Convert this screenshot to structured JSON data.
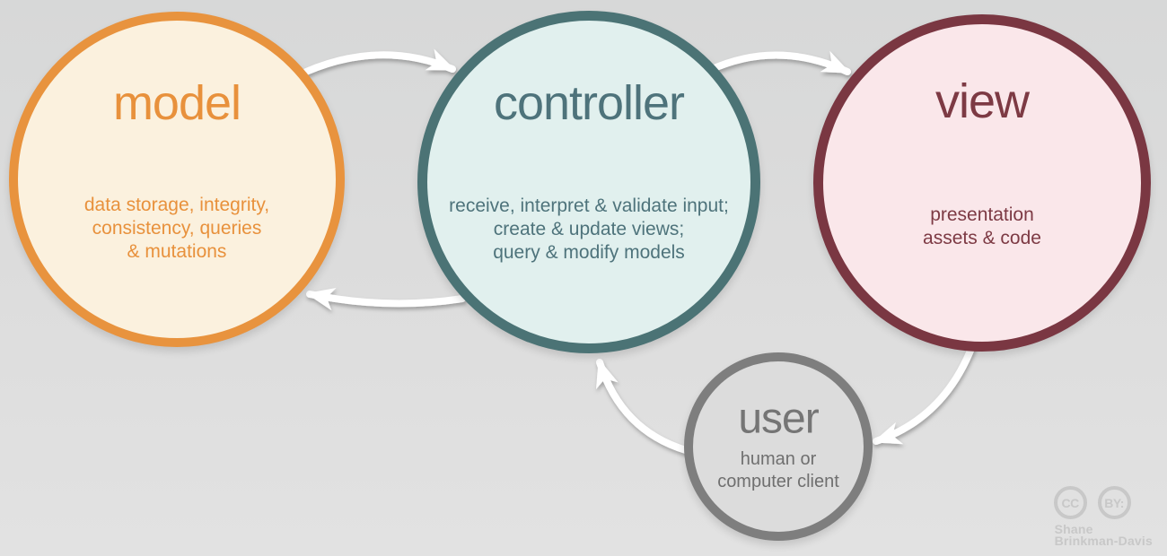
{
  "diagram": {
    "background_color": "#dcdcdc",
    "arrow_color": "#ffffff",
    "nodes": [
      {
        "id": "model",
        "title": "model",
        "description": "data storage, integrity,\nconsistency, queries\n& mutations",
        "border_color": "#e8933e",
        "fill_color": "#fbf1de",
        "text_color": "#e8913c"
      },
      {
        "id": "controller",
        "title": "controller",
        "description": "receive, interpret & validate input;\ncreate & update views;\nquery & modify models",
        "border_color": "#4b7375",
        "fill_color": "#e1f0ee",
        "text_color": "#4e737b"
      },
      {
        "id": "view",
        "title": "view",
        "description": "presentation\nassets & code",
        "border_color": "#7a3742",
        "fill_color": "#fae7ea",
        "text_color": "#7d3a44"
      },
      {
        "id": "user",
        "title": "user",
        "description": "human or\ncomputer client",
        "border_color": "#7e7e7e",
        "fill_color": "#dcdcdc",
        "text_color": "#6f6f6f"
      }
    ],
    "arrows": [
      {
        "from": "model",
        "to": "controller"
      },
      {
        "from": "controller",
        "to": "view"
      },
      {
        "from": "controller",
        "to": "model"
      },
      {
        "from": "user",
        "to": "controller"
      },
      {
        "from": "view",
        "to": "user"
      }
    ]
  },
  "attribution": {
    "badges": [
      "CC",
      "BY:"
    ],
    "author": "Shane\nBrinkman-Davis"
  }
}
